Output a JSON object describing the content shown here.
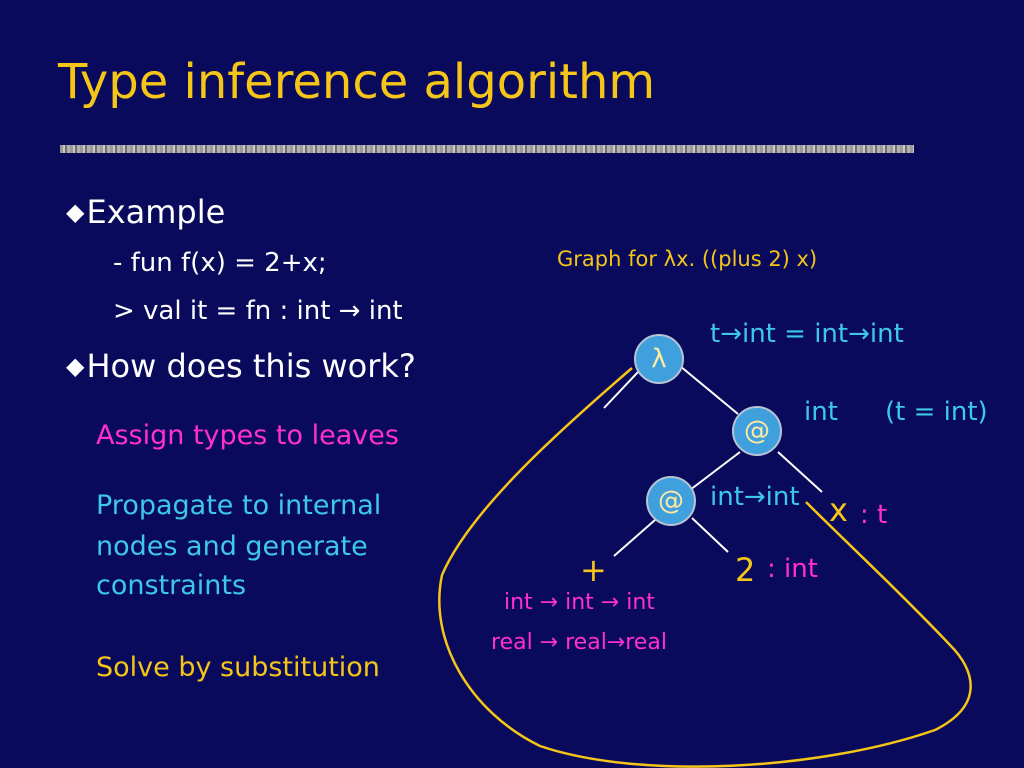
{
  "slide": {
    "title": "Type inference algorithm",
    "bullets": {
      "example": "Example",
      "example_line1": "-  fun f(x) = 2+x;",
      "example_line2": "> val it = fn : int → int",
      "how": "How does this work?"
    },
    "notes": {
      "assign": "Assign types to leaves",
      "propagate_1": "Propagate to internal",
      "propagate_2": "nodes and generate",
      "propagate_3": "constraints",
      "solve": "Solve by substitution"
    }
  },
  "graph": {
    "caption": "Graph for λx. ((plus 2) x)",
    "nodes": {
      "lambda": "λ",
      "apply_top": "@",
      "apply_bottom": "@"
    },
    "leaves": {
      "plus": "+",
      "two": "2",
      "x": "x"
    },
    "annotations": {
      "lambda_type": "t→int = int→int",
      "apply_top_type": "int",
      "apply_top_constraint": "(t = int)",
      "apply_bottom_type": "int→int",
      "x_type": ": t",
      "two_type": ": int",
      "plus_type_int": "int → int → int",
      "plus_type_real": "real → real→real"
    }
  },
  "colors": {
    "background": "#0a0a5c",
    "title": "#f5c518",
    "magenta": "#ff2fd1",
    "cyan": "#3ec8e8",
    "node_fill": "#3fa0dd"
  }
}
